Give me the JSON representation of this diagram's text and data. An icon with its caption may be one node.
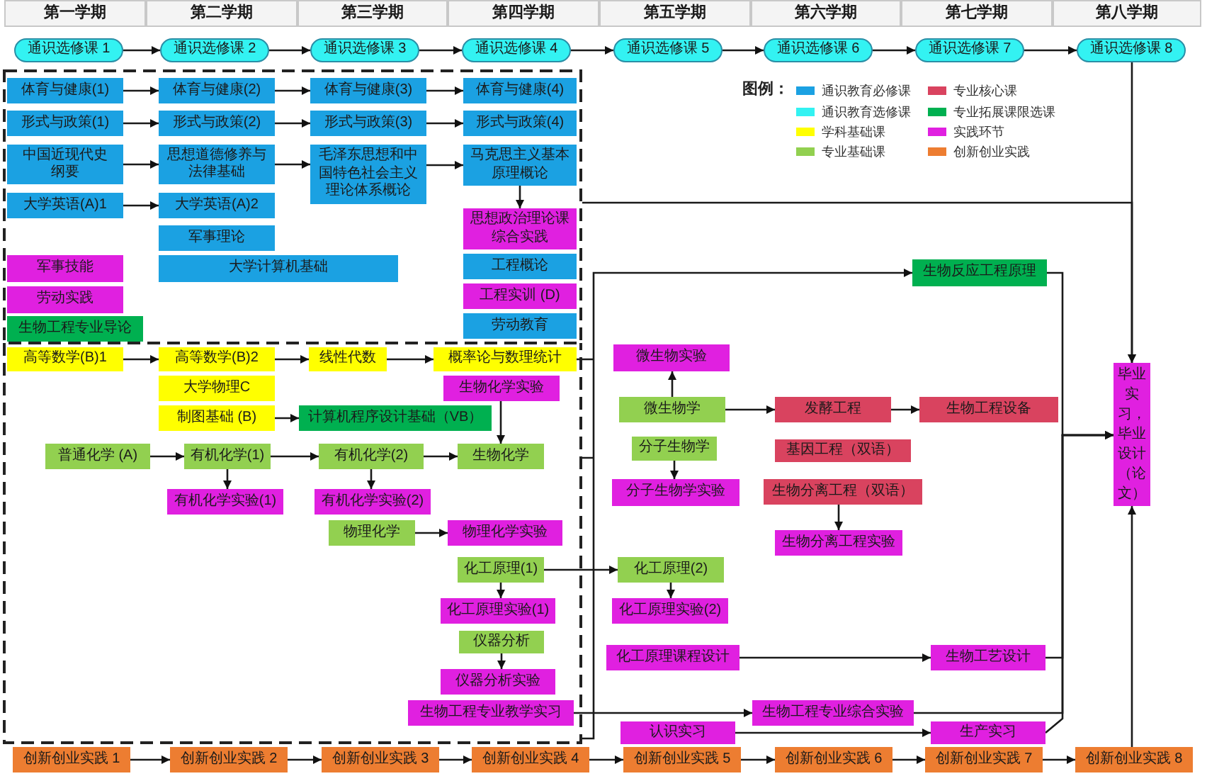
{
  "diagram": {
    "nodes": [
      {
        "text": [
          "第一学期"
        ]
      },
      {
        "text": [
          "第二学期"
        ]
      },
      {
        "text": [
          "第三学期"
        ]
      },
      {
        "text": [
          "第四学期"
        ]
      },
      {
        "text": [
          "第五学期"
        ]
      },
      {
        "text": [
          "第六学期"
        ]
      },
      {
        "text": [
          "第七学期"
        ]
      },
      {
        "text": [
          "第八学期"
        ]
      },
      {
        "text": [
          "通识选修课 1"
        ]
      },
      {
        "text": [
          "通识选修课 2"
        ]
      },
      {
        "text": [
          "通识选修课 3"
        ]
      },
      {
        "text": [
          "通识选修课 4"
        ]
      },
      {
        "text": [
          "通识选修课 5"
        ]
      },
      {
        "text": [
          "通识选修课 6"
        ]
      },
      {
        "text": [
          "通识选修课 7"
        ]
      },
      {
        "text": [
          "通识选修课 8"
        ]
      },
      {
        "text": [],
        "shape": "box"
      },
      {
        "text": [
          "体育与健康(1)"
        ],
        "in": 16
      },
      {
        "text": [
          "体育与健康(2)"
        ],
        "in": 16
      },
      {
        "text": [
          "体育与健康(3)"
        ],
        "in": 16
      },
      {
        "text": [
          "体育与健康(4)"
        ],
        "in": 16
      },
      {
        "text": [
          "形式与政策(1)"
        ],
        "in": 16
      },
      {
        "text": [
          "形式与政策(2)"
        ],
        "in": 16
      },
      {
        "text": [
          "形式与政策(3)"
        ],
        "in": 16
      },
      {
        "text": [
          "形式与政策(4)"
        ],
        "in": 16
      },
      {
        "text": [
          "中国近现代史纲要"
        ],
        "in": 16
      },
      {
        "text": [
          "思想道德修养与法律基础"
        ],
        "in": 16
      },
      {
        "text": [
          "毛泽东思想和中国特色社会主义理论体系概论"
        ],
        "in": 16
      },
      {
        "text": [
          "马克思主义基本原理概论"
        ],
        "in": 16
      },
      {
        "text": [
          "大学英语(A)1"
        ],
        "in": 16
      },
      {
        "text": [
          "大学英语(A)2"
        ],
        "in": 16
      },
      {
        "text": [
          "军事理论"
        ],
        "in": 16
      },
      {
        "text": [
          "思想政治理论课综合实践"
        ],
        "in": 16
      },
      {
        "text": [
          "工程概论"
        ],
        "in": 16
      },
      {
        "text": [
          "军事技能"
        ],
        "in": 16
      },
      {
        "text": [
          "大学计算机基础"
        ],
        "in": 16
      },
      {
        "text": [
          "劳动实践"
        ],
        "in": 16
      },
      {
        "text": [
          "工程实训 (D)"
        ],
        "in": 16
      },
      {
        "text": [
          "生物工程专业导论"
        ],
        "in": 16
      },
      {
        "text": [
          "劳动教育"
        ],
        "in": 16
      },
      {
        "text": [],
        "shape": "box"
      },
      {
        "text": [
          "高等数学(B)1"
        ],
        "in": 40
      },
      {
        "text": [
          "高等数学(B)2"
        ],
        "in": 40
      },
      {
        "text": [
          "线性代数"
        ],
        "in": 40
      },
      {
        "text": [
          "概率论与数理统计"
        ],
        "in": 40
      },
      {
        "text": [
          "大学物理C"
        ],
        "in": 40
      },
      {
        "text": [
          "生物化学实验"
        ],
        "in": 40
      },
      {
        "text": [
          "制图基础 (B)"
        ],
        "in": 40
      },
      {
        "text": [
          "计算机程序设计基础（VB）"
        ],
        "in": 40
      },
      {
        "text": [
          "普通化学 (A)"
        ],
        "in": 40
      },
      {
        "text": [
          "有机化学(1)"
        ],
        "in": 40
      },
      {
        "text": [
          "有机化学(2)"
        ],
        "in": 40
      },
      {
        "text": [
          "生物化学"
        ],
        "in": 40
      },
      {
        "text": [
          "有机化学实验(1)"
        ],
        "in": 40
      },
      {
        "text": [
          "有机化学实验(2)"
        ],
        "in": 40
      },
      {
        "text": [
          "物理化学"
        ],
        "in": 40
      },
      {
        "text": [
          "物理化学实验"
        ],
        "in": 40
      },
      {
        "text": [
          "化工原理(1)"
        ],
        "in": 40
      },
      {
        "text": [
          "化工原理实验(1)"
        ],
        "in": 40
      },
      {
        "text": [
          "仪器分析"
        ],
        "in": 40
      },
      {
        "text": [
          "仪器分析实验"
        ],
        "in": 40
      },
      {
        "text": [
          "生物工程专业教学实习"
        ],
        "in": 40
      },
      {
        "text": [
          "生物反应工程原理"
        ]
      },
      {
        "text": [
          "微生物实验"
        ]
      },
      {
        "text": [
          "微生物学"
        ]
      },
      {
        "text": [
          "发酵工程"
        ]
      },
      {
        "text": [
          "生物工程设备"
        ]
      },
      {
        "text": [
          "分子生物学"
        ]
      },
      {
        "text": [
          "基因工程（双语）"
        ]
      },
      {
        "text": [
          "分子生物学实验"
        ]
      },
      {
        "text": [
          "生物分离工程（双语）"
        ]
      },
      {
        "text": [
          "生物分离工程实验"
        ]
      },
      {
        "text": [
          "化工原理(2)"
        ]
      },
      {
        "text": [
          "化工原理实验(2)"
        ]
      },
      {
        "text": [
          "化工原理课程设计"
        ]
      },
      {
        "text": [
          "生物工艺设计"
        ]
      },
      {
        "text": [
          "生物工程专业综合实验"
        ]
      },
      {
        "text": [
          "认识实习"
        ]
      },
      {
        "text": [
          "生产实习"
        ]
      },
      {
        "text": [
          "毕业实习，毕业设计（论文）"
        ]
      },
      {
        "text": [
          "创新创业实践 1"
        ]
      },
      {
        "text": [
          "创新创业实践 2"
        ]
      },
      {
        "text": [
          "创新创业实践 3"
        ]
      },
      {
        "text": [
          "创新创业实践 4"
        ]
      },
      {
        "text": [
          "创新创业实践 5"
        ]
      },
      {
        "text": [
          "创新创业实践 6"
        ]
      },
      {
        "text": [
          "创新创业实践 7"
        ]
      },
      {
        "text": [
          "创新创业实践 8"
        ]
      }
    ],
    "edges": [
      {
        "from": 8,
        "to": 9,
        "arrow": "to"
      },
      {
        "from": 9,
        "to": 10,
        "arrow": "to"
      },
      {
        "from": 10,
        "to": 11,
        "arrow": "to"
      },
      {
        "from": 11,
        "to": 12,
        "arrow": "to"
      },
      {
        "from": 12,
        "to": 13,
        "arrow": "to"
      },
      {
        "from": 13,
        "to": 14,
        "arrow": "to"
      },
      {
        "from": 14,
        "to": 15,
        "arrow": "to"
      },
      {
        "from": 17,
        "to": 18,
        "arrow": "to"
      },
      {
        "from": 18,
        "to": 19,
        "arrow": "to"
      },
      {
        "from": 19,
        "to": 20,
        "arrow": "to"
      },
      {
        "from": 21,
        "to": 22,
        "arrow": "to"
      },
      {
        "from": 22,
        "to": 23,
        "arrow": "to"
      },
      {
        "from": 23,
        "to": 24,
        "arrow": "to"
      },
      {
        "from": 25,
        "to": 26,
        "arrow": "to"
      },
      {
        "from": 26,
        "to": 27,
        "arrow": "to"
      },
      {
        "from": 27,
        "to": 28,
        "arrow": "to"
      },
      {
        "from": 28,
        "to": 32,
        "arrow": "to"
      },
      {
        "from": 29,
        "to": 30,
        "arrow": "to"
      },
      {
        "from": 16,
        "to": 79,
        "arrow": "to"
      },
      {
        "from": 15,
        "to": 79,
        "arrow": "to"
      },
      {
        "from": 41,
        "to": 42,
        "arrow": "to"
      },
      {
        "from": 42,
        "to": 43,
        "arrow": "to"
      },
      {
        "from": 43,
        "to": 44,
        "arrow": "to"
      },
      {
        "from": 47,
        "to": 48,
        "arrow": "to"
      },
      {
        "from": 46,
        "to": 52,
        "arrow": "to"
      },
      {
        "from": 49,
        "to": 50,
        "arrow": "to"
      },
      {
        "from": 50,
        "to": 51,
        "arrow": "to"
      },
      {
        "from": 51,
        "to": 52,
        "arrow": "to"
      },
      {
        "from": 50,
        "to": 53,
        "arrow": "to"
      },
      {
        "from": 51,
        "to": 54,
        "arrow": "to"
      },
      {
        "from": 55,
        "to": 56,
        "arrow": "to"
      },
      {
        "from": 57,
        "to": 58,
        "arrow": "to"
      },
      {
        "from": 57,
        "to": 72,
        "arrow": "to"
      },
      {
        "from": 59,
        "to": 60,
        "arrow": "to"
      },
      {
        "from": 61,
        "to": 76,
        "arrow": "to"
      },
      {
        "from": 40,
        "to": 62,
        "arrow": "to"
      },
      {
        "from": 64,
        "to": 63,
        "arrow": "to"
      },
      {
        "from": 64,
        "to": 65,
        "arrow": "to"
      },
      {
        "from": 65,
        "to": 66,
        "arrow": "to"
      },
      {
        "from": 67,
        "to": 69,
        "arrow": "to"
      },
      {
        "from": 70,
        "to": 71,
        "arrow": "to"
      },
      {
        "from": 72,
        "to": 73,
        "arrow": "to"
      },
      {
        "from": 74,
        "to": 75,
        "arrow": "to"
      },
      {
        "from": 77,
        "to": 78,
        "arrow": "to"
      },
      {
        "from": 62,
        "to": 79,
        "arrow": "to"
      },
      {
        "from": 75,
        "to": 79,
        "arrow": "to"
      },
      {
        "from": 76,
        "to": 79,
        "arrow": "to"
      },
      {
        "from": 78,
        "to": 79,
        "arrow": "to"
      },
      {
        "from": 80,
        "to": 81,
        "arrow": "to"
      },
      {
        "from": 81,
        "to": 82,
        "arrow": "to"
      },
      {
        "from": 82,
        "to": 83,
        "arrow": "to"
      },
      {
        "from": 83,
        "to": 84,
        "arrow": "to"
      },
      {
        "from": 84,
        "to": 85,
        "arrow": "to"
      },
      {
        "from": 85,
        "to": 86,
        "arrow": "to"
      },
      {
        "from": 86,
        "to": 87,
        "arrow": "to"
      },
      {
        "from": 87,
        "to": 79,
        "arrow": "to"
      }
    ],
    "labels": [
      "图例："
    ],
    "legend": [
      {
        "text": "通识教育必修课",
        "color": "#1ba1e2"
      },
      {
        "text": "通识教育选修课",
        "color": "#33f2f2"
      },
      {
        "text": "学科基础课",
        "color": "#ffff00"
      },
      {
        "text": "专业基础课",
        "color": "#92d050"
      },
      {
        "text": "专业核心课",
        "color": "#d9435f"
      },
      {
        "text": "专业拓展课限选课",
        "color": "#00b050"
      },
      {
        "text": "实践环节",
        "color": "#e020e0"
      },
      {
        "text": "创新创业实践",
        "color": "#ed7d31"
      }
    ]
  }
}
